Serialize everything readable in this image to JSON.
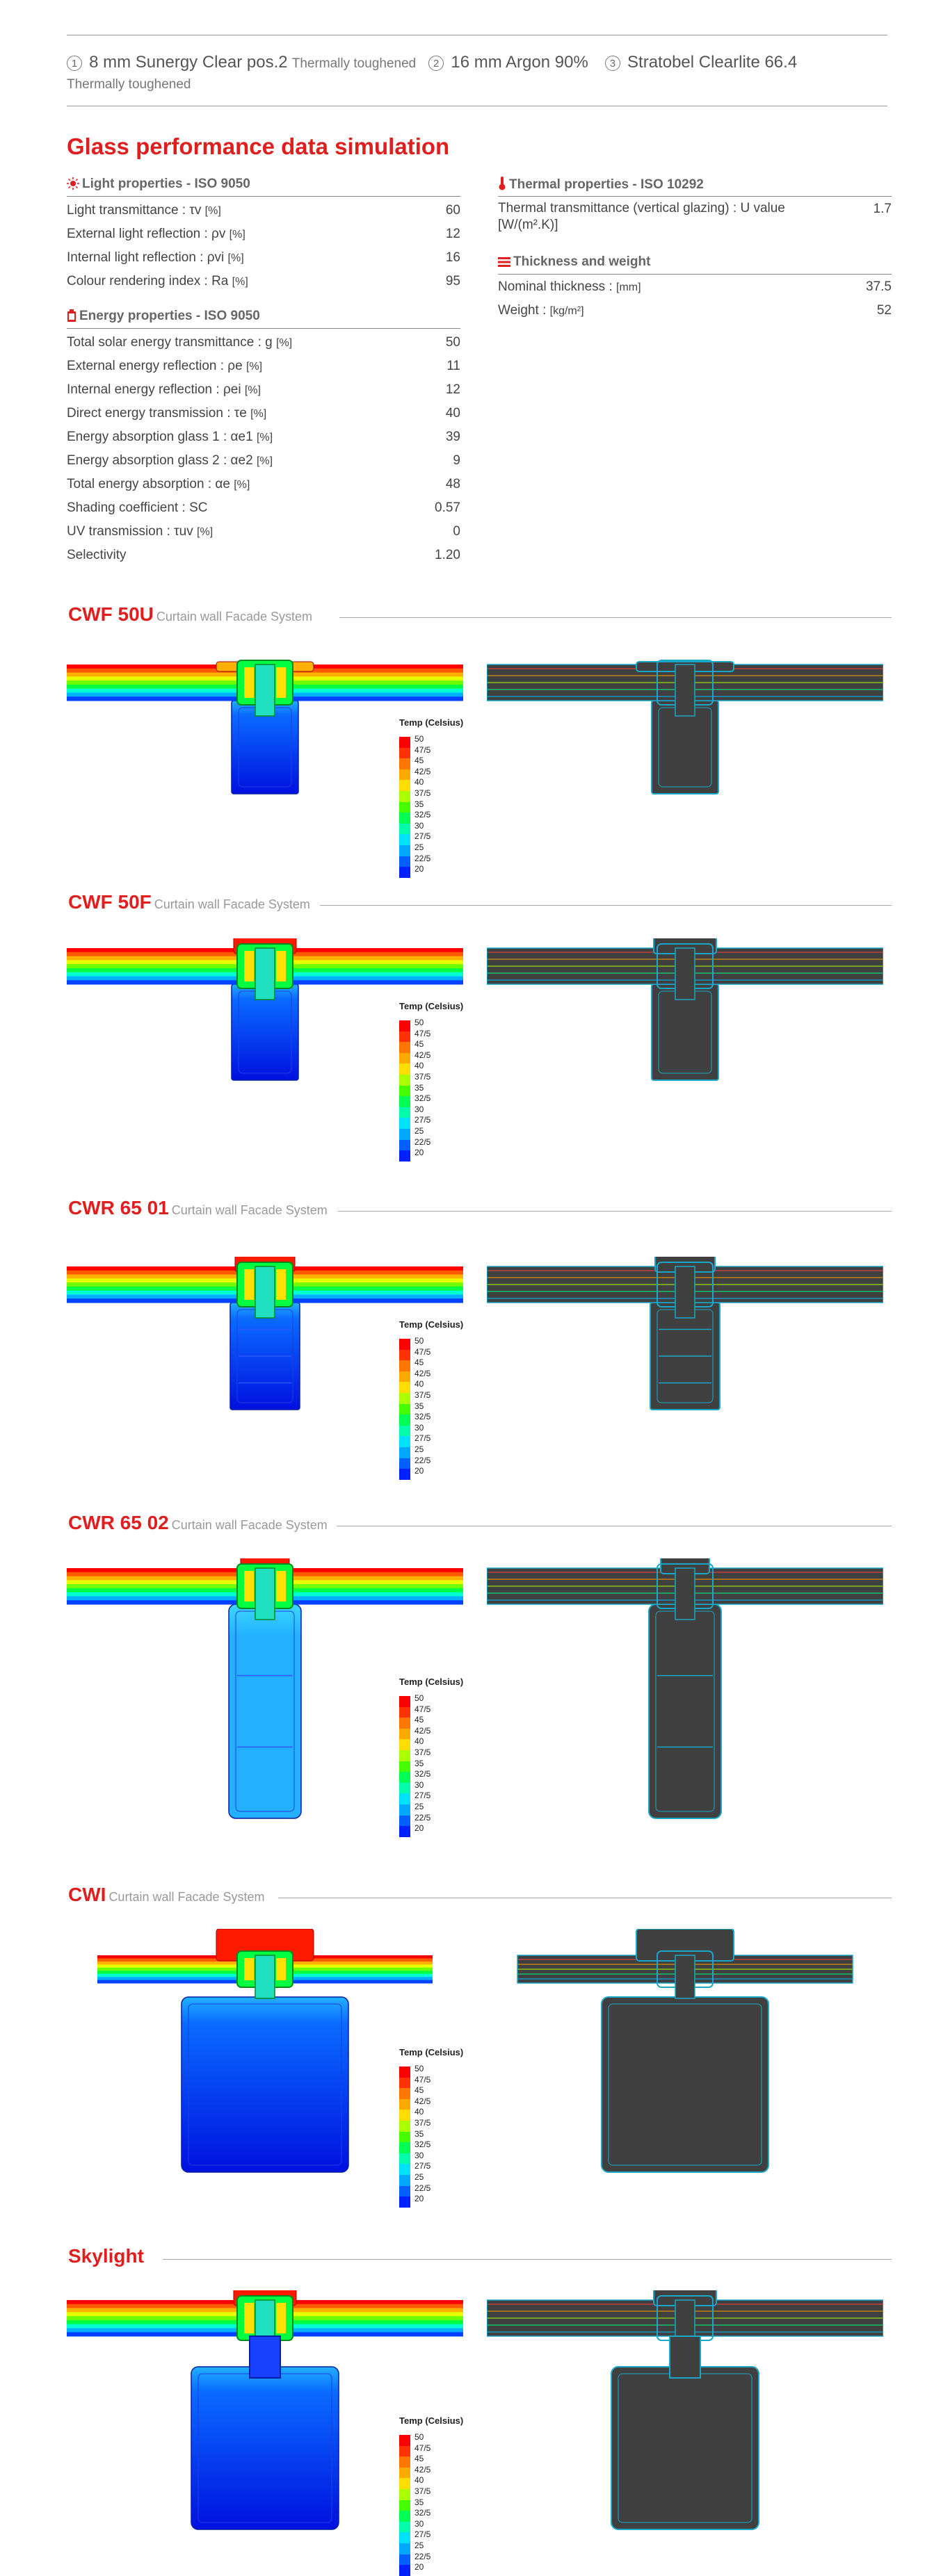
{
  "spec": {
    "items": [
      {
        "num": "1",
        "main": "8 mm Sunergy Clear pos.2",
        "sub": "Thermally toughened"
      },
      {
        "num": "2",
        "main": "16 mm Argon 90%",
        "sub": ""
      },
      {
        "num": "3",
        "main": "Stratobel Clearlite 66.4",
        "sub": "Thermally toughened"
      }
    ]
  },
  "title": "Glass performance data simulation",
  "light": {
    "heading": "Light properties - ISO 9050",
    "rows": [
      {
        "label": "Light transmittance :",
        "sym": "τv",
        "unit": "[%]",
        "value": "60"
      },
      {
        "label": "External light reflection :",
        "sym": "ρv",
        "unit": "[%]",
        "value": "12"
      },
      {
        "label": "Internal light reflection :",
        "sym": "ρvi",
        "unit": "[%]",
        "value": "16"
      },
      {
        "label": "Colour rendering index :",
        "sym": "Ra",
        "unit": "[%]",
        "value": "95"
      }
    ]
  },
  "energy": {
    "heading": "Energy properties - ISO 9050",
    "rows": [
      {
        "label": "Total solar energy transmittance :",
        "sym": "g",
        "unit": "[%]",
        "value": "50"
      },
      {
        "label": "External energy reflection :",
        "sym": "ρe",
        "unit": "[%]",
        "value": "11"
      },
      {
        "label": "Internal energy reflection :",
        "sym": "ρei",
        "unit": "[%]",
        "value": "12"
      },
      {
        "label": "Direct energy transmission :",
        "sym": "τe",
        "unit": "[%]",
        "value": "40"
      },
      {
        "label": "Energy absorption glass 1 :",
        "sym": "αe1",
        "unit": "[%]",
        "value": "39"
      },
      {
        "label": "Energy absorption glass 2 :",
        "sym": "αe2",
        "unit": "[%]",
        "value": "9"
      },
      {
        "label": "Total energy absorption :",
        "sym": "αe",
        "unit": "[%]",
        "value": "48"
      },
      {
        "label": "Shading coefficient :",
        "sym": "SC",
        "unit": "",
        "value": "0.57"
      },
      {
        "label": "UV transmission :",
        "sym": "τuv",
        "unit": "[%]",
        "value": "0"
      },
      {
        "label": "Selectivity",
        "sym": "",
        "unit": "",
        "value": "1.20"
      }
    ]
  },
  "thermal": {
    "heading": "Thermal properties - ISO 10292",
    "rows": [
      {
        "label": "Thermal transmittance (vertical glazing) : U value [W/(m².K)]",
        "value": "1.7"
      }
    ]
  },
  "thickness": {
    "heading": "Thickness and weight",
    "rows": [
      {
        "label": "Nominal thickness :",
        "unit": "[mm]",
        "value": "37.5"
      },
      {
        "label": "Weight :",
        "unit": "[kg/m²]",
        "value": "52"
      }
    ]
  },
  "legend": {
    "title": "Temp (Celsius)",
    "labels": [
      "50",
      "47/5",
      "45",
      "42/5",
      "40",
      "37/5",
      "35",
      "32/5",
      "30",
      "27/5",
      "25",
      "22/5",
      "20"
    ]
  },
  "systems": [
    {
      "name": "CWF 50U",
      "sub": "Curtain wall Facade System"
    },
    {
      "name": "CWF 50F",
      "sub": "Curtain wall Facade System"
    },
    {
      "name": "CWR 65 01",
      "sub": "Curtain wall Facade System"
    },
    {
      "name": "CWR 65 02",
      "sub": "Curtain wall Facade System"
    },
    {
      "name": "CWI",
      "sub": "Curtain wall Facade System"
    },
    {
      "name": "Skylight",
      "sub": ""
    }
  ],
  "colors": {
    "accent": "#e01e1e",
    "dark": "#404040",
    "edge": "#1aa7c8"
  }
}
